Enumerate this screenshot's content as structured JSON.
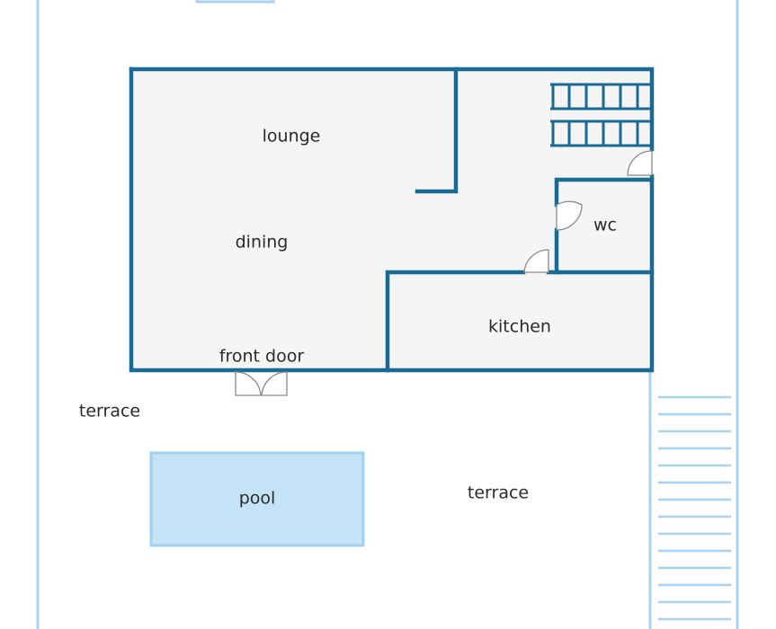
{
  "plan": {
    "labels": {
      "lounge": "lounge",
      "dining": "dining",
      "wc": "wc",
      "kitchen": "kitchen",
      "front_door": "front door",
      "terrace_left": "terrace",
      "terrace_right": "terrace",
      "pool": "pool"
    },
    "colors": {
      "wall": "#1a6a96",
      "site_boundary": "#a8d2ee",
      "floor": "#f4f5f4",
      "pool_fill": "#c5e3f6",
      "pool_border": "#9fd0ef",
      "stairs": "#1a6a96"
    }
  }
}
